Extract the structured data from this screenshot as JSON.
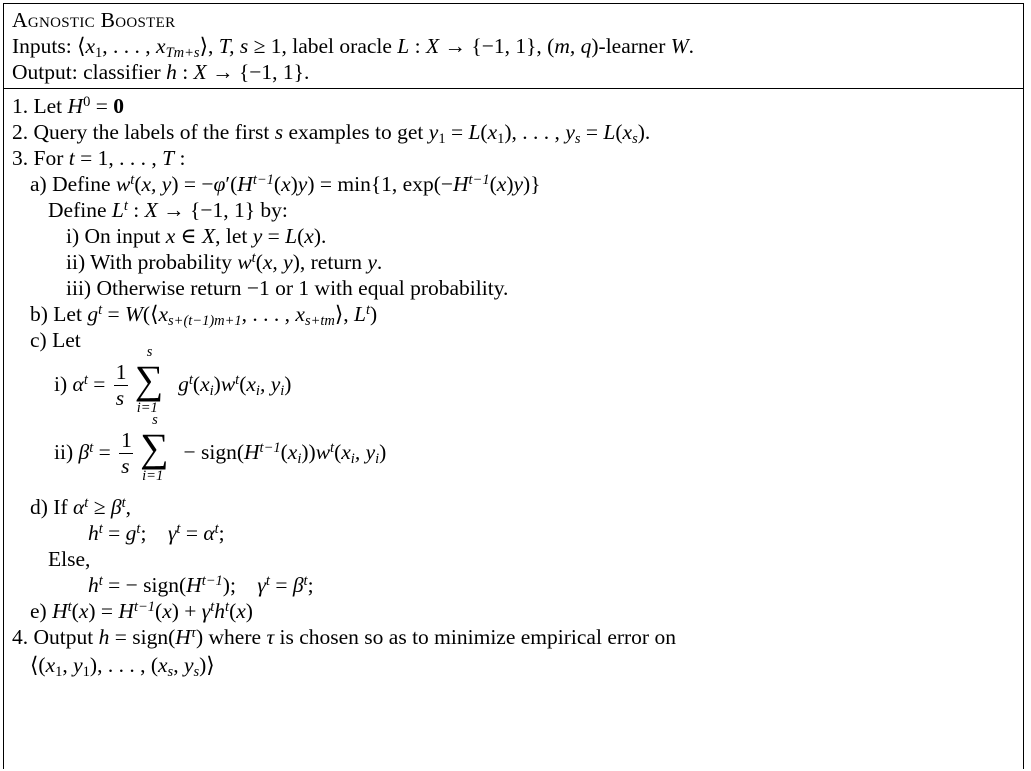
{
  "title": "Agnostic Booster",
  "inputs_prefix": "Inputs:",
  "output_prefix": "Output:",
  "step1": "1. Let",
  "step2": "2. Query the labels of the first",
  "step2b": "examples to get",
  "step3": "3. For",
  "a_define": "a) Define",
  "a_define2": "Define",
  "a_by": "by:",
  "i_on_input": "i) On input",
  "i_let": ", let",
  "ii_with": "ii) With probability",
  "ii_return": ", return",
  "iii": "iii) Otherwise return −1 or 1 with equal probability.",
  "b_let": "b) Let",
  "c_let": "c) Let",
  "ci": "i)",
  "cii": "ii)",
  "d_if": "d) If",
  "else": "Else,",
  "e": "e)",
  "step4": "4. Output",
  "step4b": "where",
  "step4c": "is chosen so as to minimize empirical error on",
  "learner_word": "-learner",
  "label_oracle": "label oracle",
  "classifier": "classifier"
}
